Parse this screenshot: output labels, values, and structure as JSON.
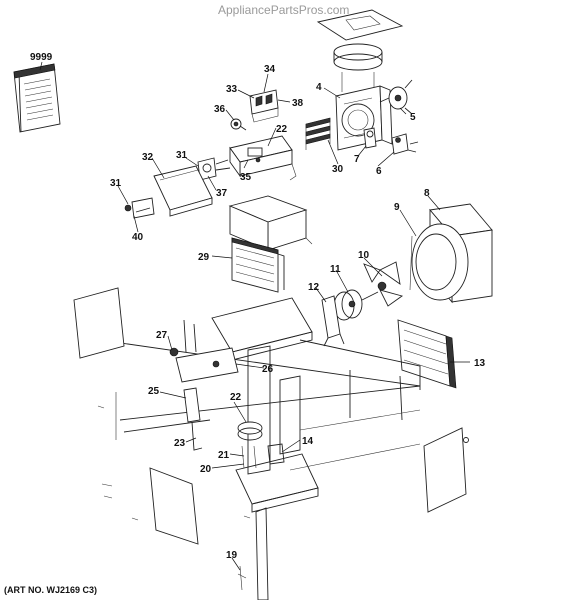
{
  "watermark": "AppliancePartsPros.com",
  "art_number": "(ART NO. WJ2169 C3)",
  "manual_label": "9999",
  "callouts": [
    {
      "id": "c9999",
      "label": "9999"
    },
    {
      "id": "c34",
      "label": "34"
    },
    {
      "id": "c33",
      "label": "33"
    },
    {
      "id": "c38",
      "label": "38"
    },
    {
      "id": "c4",
      "label": "4"
    },
    {
      "id": "c5",
      "label": "5"
    },
    {
      "id": "c36",
      "label": "36"
    },
    {
      "id": "c22a",
      "label": "22"
    },
    {
      "id": "c31a",
      "label": "31"
    },
    {
      "id": "c35",
      "label": "35"
    },
    {
      "id": "c32",
      "label": "32"
    },
    {
      "id": "c37",
      "label": "37"
    },
    {
      "id": "c30",
      "label": "30"
    },
    {
      "id": "c7",
      "label": "7"
    },
    {
      "id": "c6",
      "label": "6"
    },
    {
      "id": "c31b",
      "label": "31"
    },
    {
      "id": "c40",
      "label": "40"
    },
    {
      "id": "c8",
      "label": "8"
    },
    {
      "id": "c9",
      "label": "9"
    },
    {
      "id": "c29",
      "label": "29"
    },
    {
      "id": "c10",
      "label": "10"
    },
    {
      "id": "c11",
      "label": "11"
    },
    {
      "id": "c12",
      "label": "12"
    },
    {
      "id": "c27",
      "label": "27"
    },
    {
      "id": "c13",
      "label": "13"
    },
    {
      "id": "c26",
      "label": "26"
    },
    {
      "id": "c25",
      "label": "25"
    },
    {
      "id": "c22b",
      "label": "22"
    },
    {
      "id": "c23",
      "label": "23"
    },
    {
      "id": "c14",
      "label": "14"
    },
    {
      "id": "c21",
      "label": "21"
    },
    {
      "id": "c20",
      "label": "20"
    },
    {
      "id": "c19",
      "label": "19"
    }
  ]
}
